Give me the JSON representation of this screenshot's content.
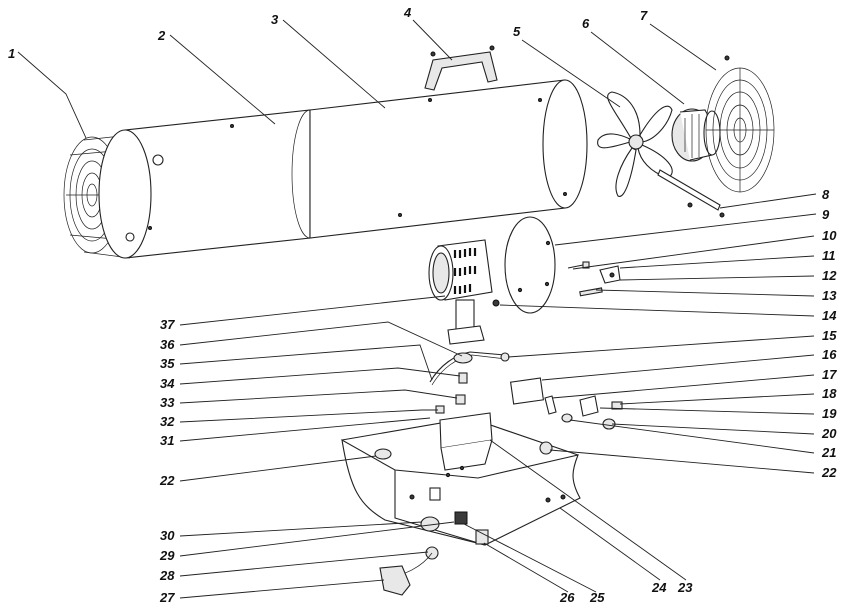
{
  "labels": {
    "p1": "1",
    "p2": "2",
    "p3": "3",
    "p4": "4",
    "p5": "5",
    "p6": "6",
    "p7": "7",
    "p8": "8",
    "p9": "9",
    "p10": "10",
    "p11": "11",
    "p12": "12",
    "p13": "13",
    "p14": "14",
    "p15": "15",
    "p16": "16",
    "p17": "17",
    "p18": "18",
    "p19": "19",
    "p20": "20",
    "p21": "21",
    "p22a": "22",
    "p22b": "22",
    "p23": "23",
    "p24": "24",
    "p25": "25",
    "p26": "26",
    "p27": "27",
    "p28": "28",
    "p29": "29",
    "p30": "30",
    "p31": "31",
    "p32": "32",
    "p33": "33",
    "p34": "34",
    "p35": "35",
    "p36": "36",
    "p37": "37"
  }
}
